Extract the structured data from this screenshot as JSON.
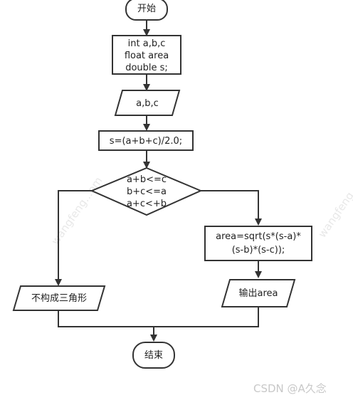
{
  "flowchart": {
    "start_label": "开始",
    "declare_lines": [
      "int  a,b,c",
      "float area",
      "double  s;"
    ],
    "input_label": "a,b,c",
    "calc_s_label": "s=(a+b+c)/2.0;",
    "condition_lines": [
      "a+b<=c",
      "b+c<=a",
      "a+c<+b"
    ],
    "area_calc_lines": [
      "area=sqrt(s*(s-a)*",
      "(s-b)*(s-c));"
    ],
    "output_area_label": "输出area",
    "output_not_triangle_label": "不构成三角形",
    "end_label": "结束"
  },
  "watermark_text": "wangfeng...om",
  "credit_text": "CSDN @A久念"
}
